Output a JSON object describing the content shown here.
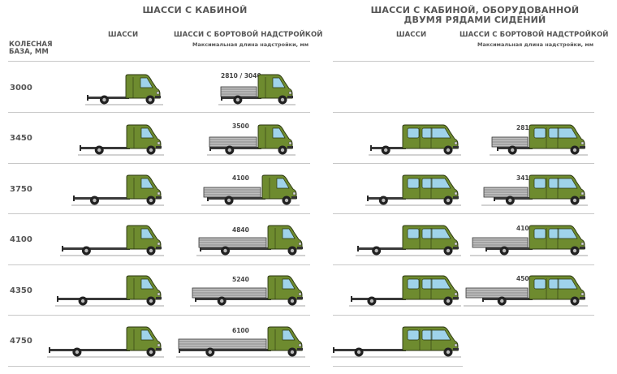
{
  "left_section": {
    "title": "ШАССИ С КАБИНОЙ",
    "col_chassis": "ШАССИ",
    "col_platform": "ШАССИ С БОРТОВОЙ НАДСТРОЙКОЙ",
    "col_platform_sub": "Максимальная длина надстройки, мм"
  },
  "right_section": {
    "title_line1": "ШАССИ С КАБИНОЙ, ОБОРУДОВАННОЙ",
    "title_line2": "ДВУМЯ РЯДАМИ СИДЕНИЙ",
    "col_chassis": "ШАССИ",
    "col_platform": "ШАССИ С БОРТОВОЙ НАДСТРОЙКОЙ",
    "col_platform_sub": "Максимальная длина надстройки, мм"
  },
  "wheelbase_header_line1": "КОЛЕСНАЯ",
  "wheelbase_header_line2": "БАЗА, ММ",
  "rows": [
    {
      "wheelbase": "3000",
      "left_length": "2810 / 3040",
      "right_length": "",
      "right_chassis": false,
      "right_platform": false
    },
    {
      "wheelbase": "3450",
      "left_length": "3500",
      "right_length": "2810",
      "right_chassis": true,
      "right_platform": true
    },
    {
      "wheelbase": "3750",
      "left_length": "4100",
      "right_length": "3410",
      "right_chassis": true,
      "right_platform": true
    },
    {
      "wheelbase": "4100",
      "left_length": "4840",
      "right_length": "4100",
      "right_chassis": true,
      "right_platform": true
    },
    {
      "wheelbase": "4350",
      "left_length": "5240",
      "right_length": "4500",
      "right_chassis": true,
      "right_platform": true
    },
    {
      "wheelbase": "4750",
      "left_length": "6100",
      "right_length": "",
      "right_chassis": true,
      "right_platform": false
    }
  ],
  "colors": {
    "cab_green": "#6e8b2f",
    "glass_blue": "#9fd3ea",
    "platform_gray": "#bfbfbf",
    "divider": "#c8c8c8"
  }
}
